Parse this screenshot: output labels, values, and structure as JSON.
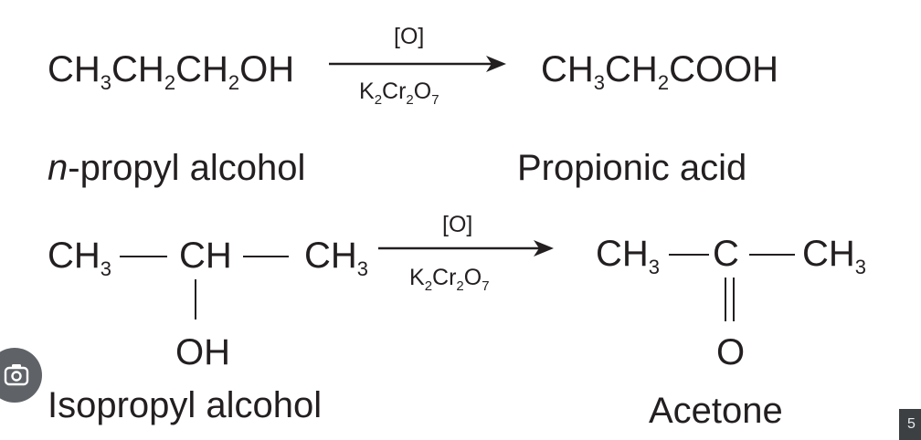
{
  "reaction1": {
    "reactant": {
      "p1": "CH",
      "s1": "3",
      "p2": "CH",
      "s2": "2",
      "p3": "CH",
      "s3": "2",
      "p4": "OH"
    },
    "condition_above": "[O]",
    "reagent": {
      "p1": "K",
      "s1": "2",
      "p2": "Cr",
      "s2": "2",
      "p3": "O",
      "s3": "7"
    },
    "product": {
      "p1": "CH",
      "s1": "3",
      "p2": "CH",
      "s2": "2",
      "p3": "COOH"
    },
    "reactant_name_prefix": "n",
    "reactant_name_rest": "-propyl alcohol",
    "product_name": "Propionic acid"
  },
  "reaction2": {
    "reactant": {
      "left": "CH",
      "left_sub": "3",
      "center": "CH",
      "right": "CH",
      "right_sub": "3",
      "below": "OH"
    },
    "condition_above": "[O]",
    "reagent": {
      "p1": "K",
      "s1": "2",
      "p2": "Cr",
      "s2": "2",
      "p3": "O",
      "s3": "7"
    },
    "product": {
      "left": "CH",
      "left_sub": "3",
      "center": "C",
      "right": "CH",
      "right_sub": "3",
      "below": "O"
    },
    "reactant_name": "Isopropyl alcohol",
    "product_name": "Acetone"
  },
  "overlay": {
    "lens_icon": "camera-search-icon",
    "corner_text": "5"
  }
}
